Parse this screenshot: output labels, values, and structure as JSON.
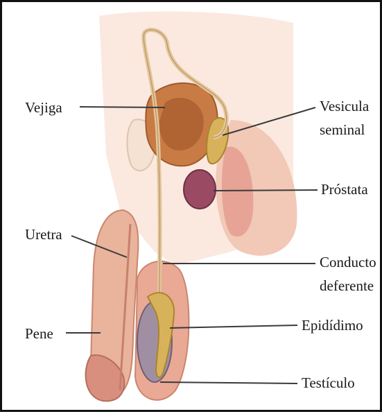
{
  "labels": {
    "vejiga": "Vejiga",
    "uretra": "Uretra",
    "pene": "Pene",
    "vesicula_line1": "Vesicula",
    "vesicula_line2": "seminal",
    "prostata": "Próstata",
    "conducto_line1": "Conducto",
    "conducto_line2": "deferente",
    "epididimo": "Epidídimo",
    "testiculo": "Testículo"
  },
  "colors": {
    "frame": "#111111",
    "skin_light": "#f7dccd",
    "skin_mid": "#eab39b",
    "skin_dark": "#d78d75",
    "bladder": "#c97b45",
    "prostate": "#9a4a63",
    "testis": "#a08fa3",
    "epididymis": "#d8b25a",
    "duct": "#e3c69b",
    "leader_line": "#3a3a3a"
  }
}
